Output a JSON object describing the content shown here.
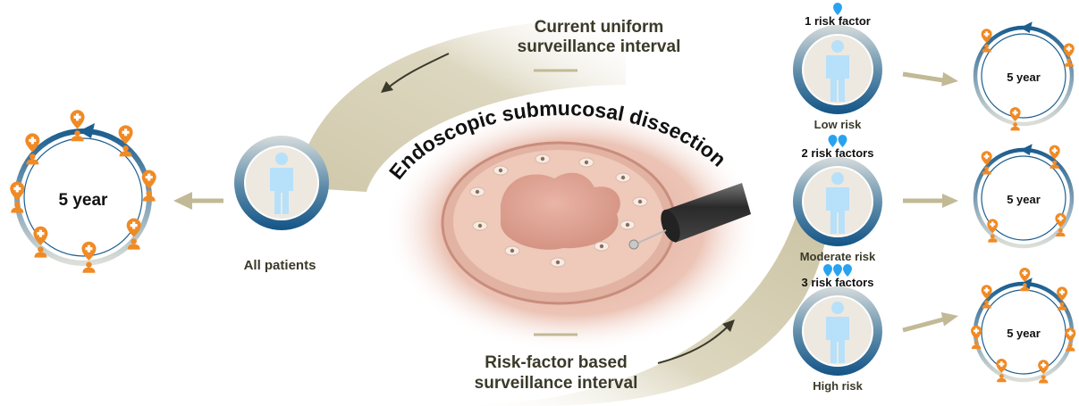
{
  "colors": {
    "band": "#cdc6a8",
    "band_light": "#ece8da",
    "text_dark": "#3b3a2a",
    "arrow_tan": "#c2b996",
    "ring_dark": "#1f5f8b",
    "ring_light": "#d8dcd8",
    "patient_fill": "#b7e0fa",
    "patient_bg": "#ede9e0",
    "pin_orange": "#f08a24",
    "risk_drop": "#29a3f0",
    "tissue": "#e7bfb0"
  },
  "labels": {
    "current_interval_line1": "Current uniform",
    "current_interval_line2": "surveillance interval",
    "risk_interval_line1": "Risk-factor based",
    "risk_interval_line2": "surveillance interval",
    "procedure_title": "Endoscopic submucosal dissection",
    "all_patients": "All patients"
  },
  "left_cycle": {
    "label": "5 year",
    "visit_count": 8,
    "icon": "clinic-visit-pin-icon"
  },
  "risk_groups": [
    {
      "factors_label": "1 risk factor",
      "factor_count": 1,
      "risk_label": "Low risk",
      "cycle_label": "5 year",
      "visit_count": 3
    },
    {
      "factors_label": "2 risk factors",
      "factor_count": 2,
      "risk_label": "Moderate risk",
      "cycle_label": "5 year",
      "visit_count": 4
    },
    {
      "factors_label": "3 risk factors",
      "factor_count": 3,
      "risk_label": "High risk",
      "cycle_label": "5 year",
      "visit_count": 7
    }
  ]
}
